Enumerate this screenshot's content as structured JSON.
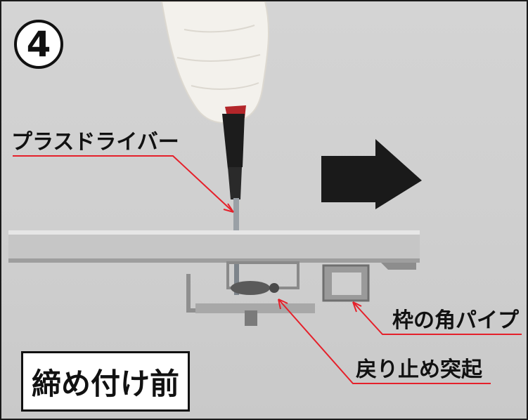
{
  "step": {
    "number": "4"
  },
  "labels": {
    "screwdriver": "プラスドライバー",
    "frame_pipe": "枠の角パイプ",
    "stopper": "戻り止め突起"
  },
  "status": {
    "text": "締め付け前"
  },
  "direction_arrow": {
    "icon": "arrow-right-icon",
    "color": "#1a1a1a"
  },
  "colors": {
    "leader_line": "#e5202a",
    "text": "#111111"
  }
}
